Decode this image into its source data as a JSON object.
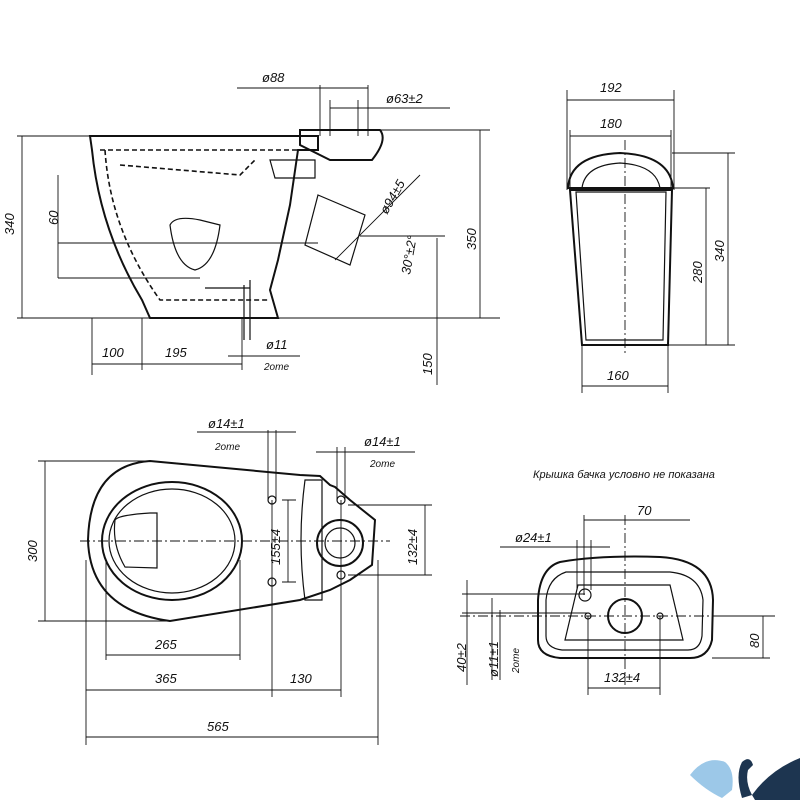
{
  "side_view": {
    "height_340": "340",
    "height_60": "60",
    "height_350": "350",
    "height_150": "150",
    "width_100": "100",
    "width_195": "195",
    "hole_d11": "ø11",
    "hole_d11_count": "2оте",
    "inlet_d88": "ø88",
    "inlet_d63": "ø63±2",
    "outlet_d94": "ø94±5",
    "outlet_angle": "30°±2°"
  },
  "tank_side_view": {
    "width_192": "192",
    "width_180": "180",
    "height_280": "280",
    "height_340": "340",
    "width_160": "160"
  },
  "top_view": {
    "depth_300": "300",
    "bowl_265": "265",
    "length_365": "365",
    "length_130": "130",
    "total_565": "565",
    "spacing_155": "155±4",
    "spacing_132": "132±4",
    "hole_d14_a": "ø14±1",
    "hole_d14_a_count": "2оте",
    "hole_d14_b": "ø14±1",
    "hole_d14_b_count": "2оте"
  },
  "tank_top_view": {
    "note": "Крышка бачка условно не показана",
    "offset_70": "70",
    "hole_d24": "ø24±1",
    "offset_40": "40±2",
    "hole_d11": "ø11±1",
    "hole_d11_count": "2оте",
    "depth_80": "80",
    "spacing_132": "132±4"
  },
  "logo": {
    "icon": "swans-logo"
  },
  "colors": {
    "line": "#111111",
    "logo_light": "#9cc8e8",
    "logo_dark": "#1d3550"
  }
}
